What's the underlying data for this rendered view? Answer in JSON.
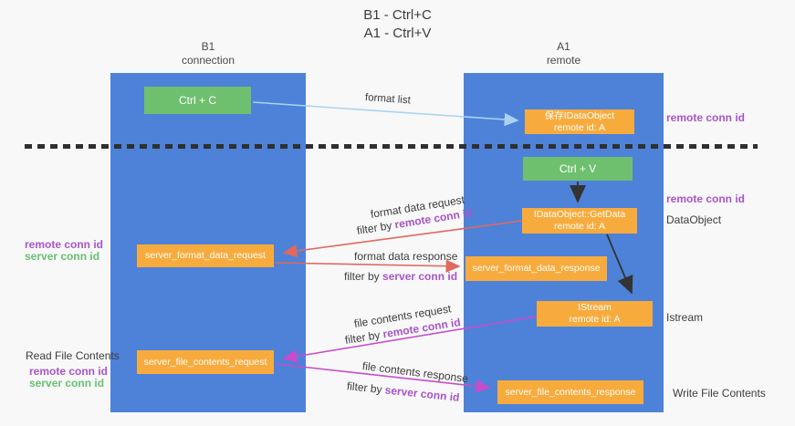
{
  "title": {
    "line1": "B1 - Ctrl+C",
    "line2": "A1 - Ctrl+V"
  },
  "lanes": {
    "left": {
      "name": "B1",
      "subtitle": "connection"
    },
    "right": {
      "name": "A1",
      "subtitle": "remote"
    }
  },
  "nodes": {
    "ctrl_c": {
      "label": "Ctrl + C"
    },
    "ctrl_v": {
      "label": "Ctrl + V"
    },
    "save_dataobject": {
      "line1": "保存IDataObject",
      "line2": "remote id: A"
    },
    "getdata": {
      "line1": "IDataObject::GetData",
      "line2": "remote id: A"
    },
    "istream": {
      "line1": "IStream",
      "line2": "remote id: A"
    },
    "server_format_data_request": {
      "label": "server_format_data_request"
    },
    "server_format_data_response": {
      "label": "server_format_data_response"
    },
    "server_file_contents_request": {
      "label": "server_file_contents_request"
    },
    "server_file_contents_response": {
      "label": "server_file_contents_response"
    }
  },
  "labels": {
    "format_list": "format list",
    "format_data_request": "format data request",
    "format_data_response": "format data response",
    "file_contents_request": "file contents request",
    "file_contents_response": "file contents response",
    "filter_by": "filter by ",
    "remote_conn_id": "remote conn id",
    "server_conn_id": "server conn id",
    "dataobject": "DataObject",
    "istream": "Istream",
    "read_file_contents": "Read File Contents",
    "write_file_contents": "Write File Contents"
  },
  "colors": {
    "background": "#f8f8f9",
    "lane_blue": "#4d82d8",
    "node_green": "#6ec06f",
    "node_orange": "#f8ab3d",
    "arrow_lightblue": "#a9d3f2",
    "arrow_red": "#e0695f",
    "arrow_magenta": "#c94ccb",
    "arrow_black": "#333333",
    "text_purple": "#a855c8",
    "text_green": "#68c070",
    "text_dark": "#3d3d3d"
  }
}
